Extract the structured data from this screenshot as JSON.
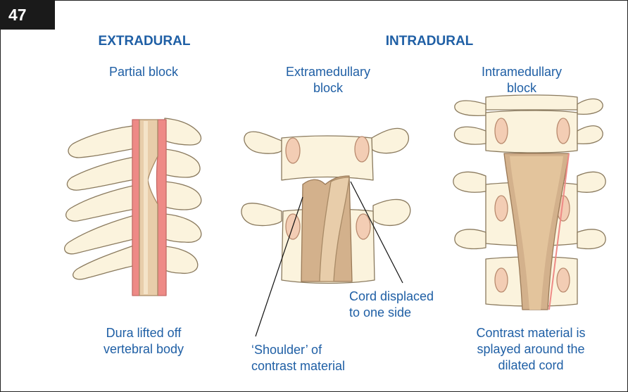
{
  "figure_number": "47",
  "colors": {
    "text": "#1f5fa5",
    "bone": "#fbf3dd",
    "bone_outline": "#8a7a5e",
    "disc_spot": "#f3cdb4",
    "contrast": "#d3b18c",
    "cord": "#e8cdaa",
    "dura": "#ee8a86"
  },
  "headings": {
    "extradural": "EXTRADURAL",
    "intradural": "INTRADURAL"
  },
  "panels": {
    "partial": {
      "title": "Partial block",
      "caption_line1": "Dura lifted off",
      "caption_line2": "vertebral body"
    },
    "extramedullary": {
      "title_line1": "Extramedullary",
      "title_line2": "block",
      "label_cord_line1": "Cord displaced",
      "label_cord_line2": "to one side",
      "label_shoulder_line1": "‘Shoulder’ of",
      "label_shoulder_line2": "contrast material"
    },
    "intramedullary": {
      "title_line1": "Intramedullary",
      "title_line2": "block",
      "caption_line1": "Contrast material is",
      "caption_line2": "splayed around the",
      "caption_line3": "dilated cord"
    }
  }
}
